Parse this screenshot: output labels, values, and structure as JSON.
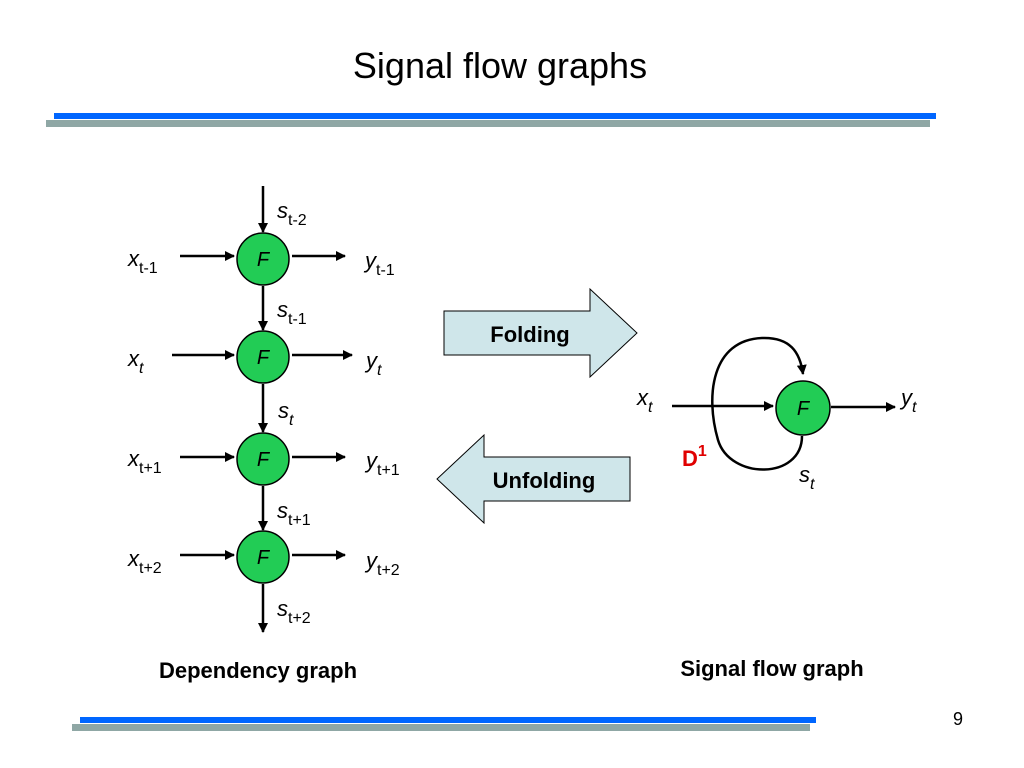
{
  "title": "Signal flow graphs",
  "page_number": "9",
  "colors": {
    "rule_blue": "#0066ff",
    "rule_gray": "#8fa7a5",
    "node_fill": "#22cc55",
    "arrow_fill": "#cfe6ea",
    "delay_red": "#e00000"
  },
  "dependency_graph": {
    "caption": "Dependency graph",
    "node_label": "F",
    "s_top": {
      "base": "s",
      "sub": "t-2"
    },
    "nodes": [
      {
        "x": {
          "base": "x",
          "sub": "t-1"
        },
        "y": {
          "base": "y",
          "sub": "t-1"
        },
        "s_below": {
          "base": "s",
          "sub": "t-1"
        }
      },
      {
        "x": {
          "base": "x",
          "sub": "t"
        },
        "y": {
          "base": "y",
          "sub": "t"
        },
        "s_below": {
          "base": "s",
          "sub": "t"
        }
      },
      {
        "x": {
          "base": "x",
          "sub": "t+1"
        },
        "y": {
          "base": "y",
          "sub": "t+1"
        },
        "s_below": {
          "base": "s",
          "sub": "t+1"
        }
      },
      {
        "x": {
          "base": "x",
          "sub": "t+2"
        },
        "y": {
          "base": "y",
          "sub": "t+2"
        },
        "s_below": {
          "base": "s",
          "sub": "t+2"
        }
      }
    ]
  },
  "folding_arrow": {
    "label": "Folding"
  },
  "unfolding_arrow": {
    "label": "Unfolding"
  },
  "signal_flow_graph": {
    "caption": "Signal flow graph",
    "node_label": "F",
    "input": {
      "base": "x",
      "sub": "t"
    },
    "output": {
      "base": "y",
      "sub": "t"
    },
    "state": {
      "base": "s",
      "sub": "t"
    },
    "delay": {
      "base": "D",
      "sup": "1"
    }
  }
}
